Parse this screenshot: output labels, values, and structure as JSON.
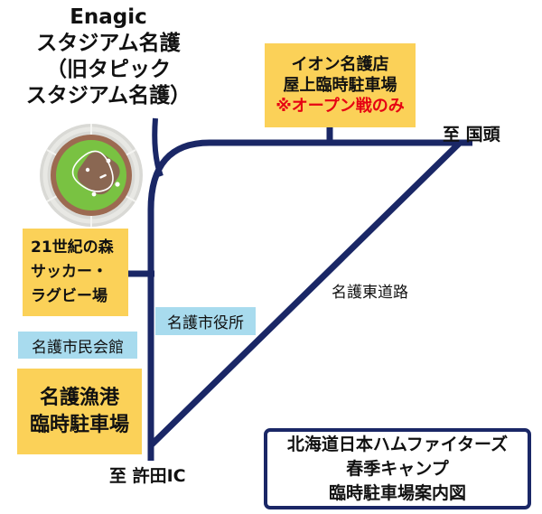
{
  "map": {
    "stadium_title": {
      "lines": [
        "Enagic",
        "スタジアム名護",
        "（旧タピック",
        "スタジアム名護）"
      ]
    },
    "aeon_parking": {
      "lines": [
        "イオン名護店",
        "屋上臨時駐車場"
      ],
      "note": "※オープン戦のみ"
    },
    "forest_field": {
      "lines": [
        "21世紀の森",
        "サッカー・",
        "ラグビー場"
      ]
    },
    "city_hall": {
      "label": "名護市役所"
    },
    "civic_hall": {
      "label": "名護市民会館"
    },
    "fishing_port": {
      "lines": [
        "名護漁港",
        "臨時駐車場"
      ]
    },
    "expressway_label": "名護東道路",
    "dest_north": "至 国頭",
    "dest_south": "至 許田IC",
    "legend": {
      "lines": [
        "北海道日本ハムファイターズ",
        "春季キャンプ",
        "臨時駐車場案内図"
      ]
    },
    "icons": {
      "stadium_icon": "baseball-stadium-aerial-view"
    },
    "colors": {
      "road_navy": "#1a2766",
      "box_yellow": "#fbd158",
      "box_lightblue": "#a8dbee",
      "note_red": "#e60012",
      "field_green": "#79c242",
      "stand_gray": "#d9d9d5",
      "track_brown": "#9c6a51",
      "infield_brown": "#8a6752"
    }
  }
}
